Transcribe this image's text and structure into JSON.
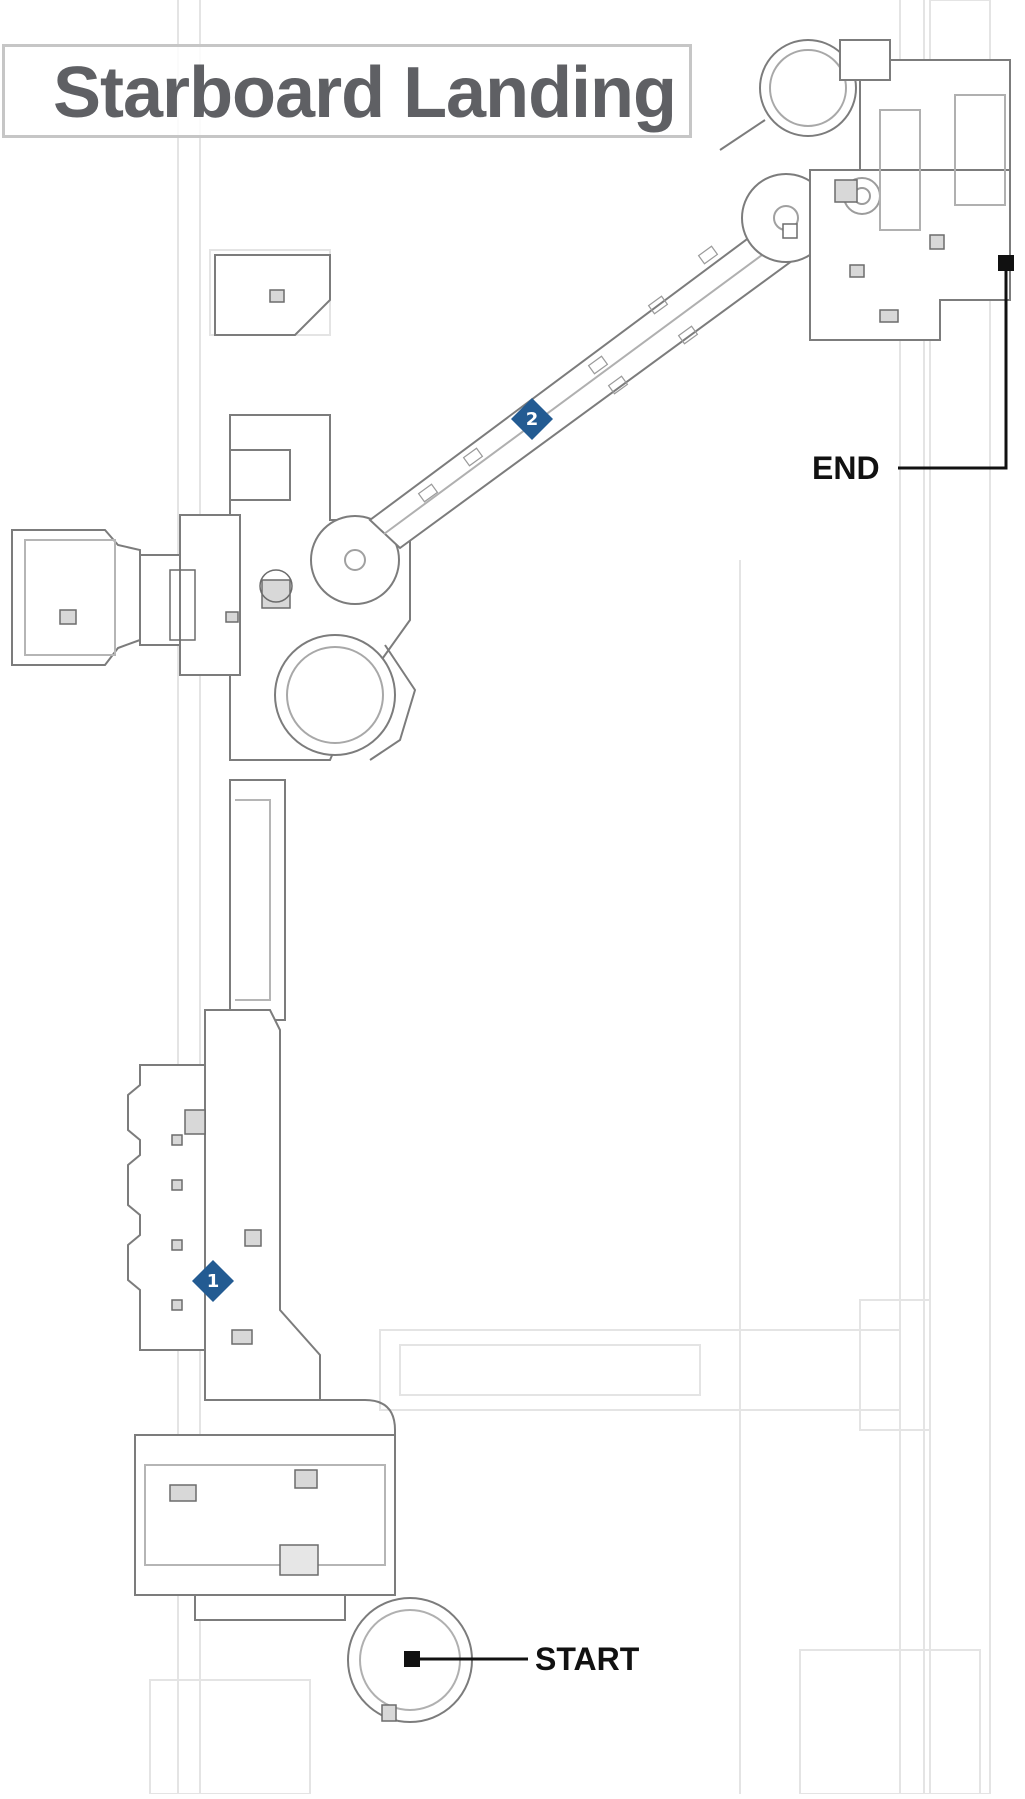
{
  "map": {
    "title": "Starboard Landing",
    "markers": [
      {
        "label": "1"
      },
      {
        "label": "2"
      }
    ],
    "start_label": "START",
    "end_label": "END",
    "colors": {
      "marker": "#235b92",
      "title_text": "#5f6064",
      "title_border": "#c6c6c6",
      "outline": "#8a8a8a",
      "faint": "#e3e3e3",
      "callout": "#111111"
    }
  }
}
